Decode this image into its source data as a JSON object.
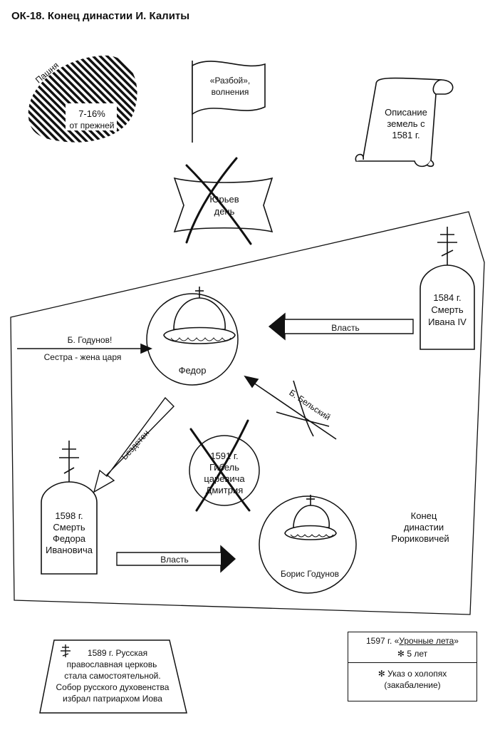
{
  "title": "ОК-18. Конец династии И. Калиты",
  "top": {
    "arable_label": "Пашня",
    "arable_value": "7-16%",
    "arable_note": "от прежней",
    "flag_line1": "«Разбой»,",
    "flag_line2": "волнения",
    "scroll_line1": "Описание",
    "scroll_line2": "земель с",
    "scroll_line3": "1581 г.",
    "yuriev_line1": "Юрьев",
    "yuriev_line2": "день"
  },
  "main": {
    "death_ivan_line1": "1584 г.",
    "death_ivan_line2": "Смерть",
    "death_ivan_line3": "Ивана IV",
    "power_label_1": "Власть",
    "godunov_line1": "Б. Годунов!",
    "godunov_line2": "Сестра - жена царя",
    "fedor_label": "Федор",
    "belsky_label": "Б. Бельский",
    "childless_label": "Бездетен",
    "dmitry_line1": "1591 г.",
    "dmitry_line2": "Гибель",
    "dmitry_line3": "царевича",
    "dmitry_line4": "Дмитрия",
    "death_fedor_line1": "1598 г.",
    "death_fedor_line2": "Смерть",
    "death_fedor_line3": "Федора",
    "death_fedor_line4": "Ивановича",
    "power_label_2": "Власть",
    "boris_label": "Борис Годунов",
    "end_line1": "Конец",
    "end_line2": "династии",
    "end_line3": "Рюриковичей"
  },
  "bottom": {
    "church_line1": "1589 г. Русская",
    "church_line2": "православная церковь",
    "church_line3": "стала самостоятельной.",
    "church_line4": "Собор русского духовенства",
    "church_line5": "избрал патриархом Иова",
    "decree_year": "1597 г. «",
    "decree_name": "Урочные лета",
    "decree_close": "»",
    "decree_item1": "5 лет",
    "decree_item2_line1": "Указ о холопях",
    "decree_item2_line2": "(закабаление)",
    "star": "✻"
  }
}
